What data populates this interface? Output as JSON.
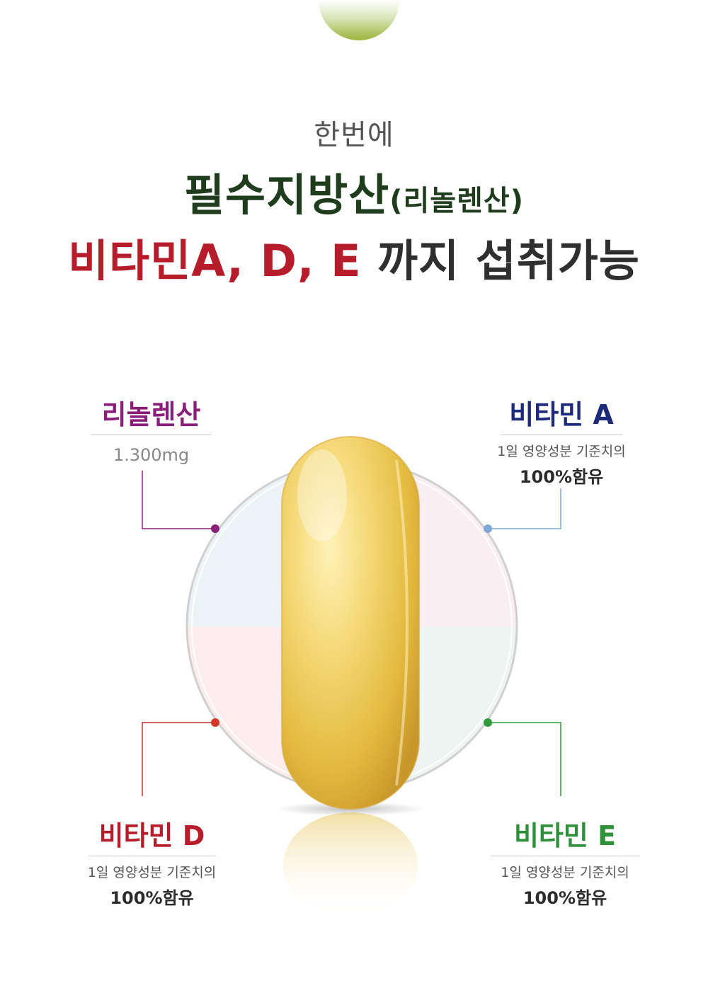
{
  "header": {
    "intro": "한번에",
    "line1_main": "필수지방산",
    "line1_paren": "(리놀렌산)",
    "line2_red": "비타민A, D, E",
    "line2_dark": " 까지 섭취가능"
  },
  "callouts": {
    "linolenic": {
      "name": "리놀렌산",
      "value": "1.300mg",
      "color": "#8a1f7a"
    },
    "vitamin_a": {
      "name": "비타민 A",
      "sub": "1일 영양성분 기준치의",
      "amount": "100%함유",
      "color": "#1d2a7a",
      "dot": "#7fa8d6"
    },
    "vitamin_d": {
      "name": "비타민 D",
      "sub": "1일 영양성분 기준치의",
      "amount": "100%함유",
      "color": "#b71c2b",
      "dot": "#d2382b"
    },
    "vitamin_e": {
      "name": "비타민 E",
      "sub": "1일 영양성분 기준치의",
      "amount": "100%함유",
      "color": "#2f8f3a",
      "dot": "#2f9a3c"
    }
  }
}
